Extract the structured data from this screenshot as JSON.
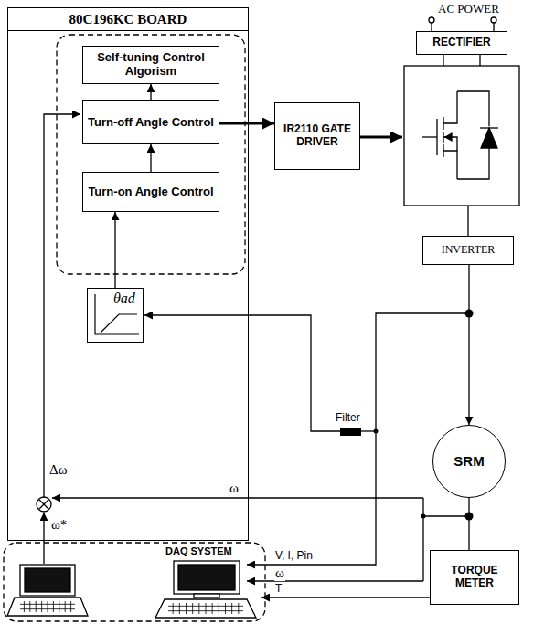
{
  "diagram": {
    "nodes": [
      {
        "text": [
          "80C196KC BOARD"
        ]
      },
      {
        "text": [
          "Self-tuning Control Algorism"
        ],
        "in": 0
      },
      {
        "text": [
          "Turn-off Angle Control"
        ],
        "in": 0
      },
      {
        "text": [
          "Turn-on Angle Control"
        ],
        "in": 0
      },
      {
        "text": [
          "θad"
        ],
        "in": 0
      },
      {
        "text": [
          "IR2110 GATE DRIVER"
        ]
      },
      {
        "text": [
          "RECTIFIER"
        ]
      },
      {
        "text": [
          "INVERTER"
        ]
      },
      {
        "text": [
          "SRM"
        ]
      },
      {
        "text": [
          "TORQUE METER"
        ]
      }
    ],
    "edges": [
      {
        "from": 2,
        "to": 1,
        "arrow": "to"
      },
      {
        "from": 3,
        "to": 2,
        "arrow": "to"
      },
      {
        "from": 4,
        "to": 3,
        "arrow": "to"
      },
      {
        "from": 2,
        "to": 5,
        "arrow": "to"
      },
      {
        "from": 7,
        "to": 8,
        "arrow": "to"
      },
      {
        "from": 8,
        "to": 9,
        "arrow": "none"
      }
    ],
    "labels": [
      "AC POWER",
      "Filter",
      "Δω",
      "ω",
      "ω*",
      "DAQ SYSTEM",
      "V, I, Pin",
      "ω",
      "T"
    ]
  }
}
